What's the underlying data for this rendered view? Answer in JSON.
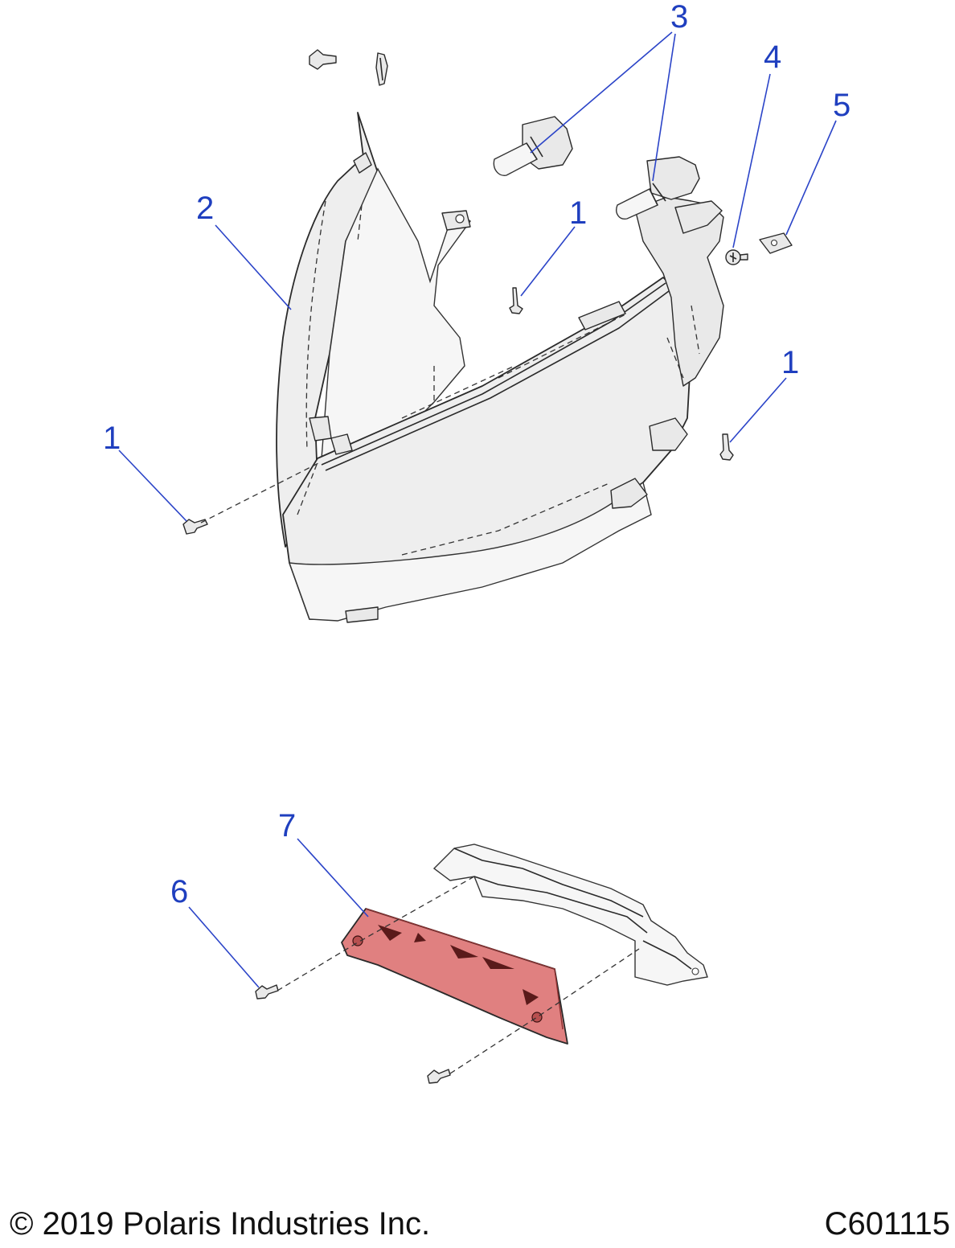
{
  "diagram": {
    "callouts": {
      "c1a": "1",
      "c1b": "1",
      "c1c": "1",
      "c2": "2",
      "c3": "3",
      "c4": "4",
      "c5": "5",
      "c6": "6",
      "c7": "7"
    },
    "colors": {
      "callout": "#1f3fbf",
      "taillight_red": "#e08080",
      "line": "#2a2a2a"
    }
  },
  "footer": {
    "copyright": "© 2019 Polaris Industries Inc.",
    "figure_code": "C601115"
  }
}
